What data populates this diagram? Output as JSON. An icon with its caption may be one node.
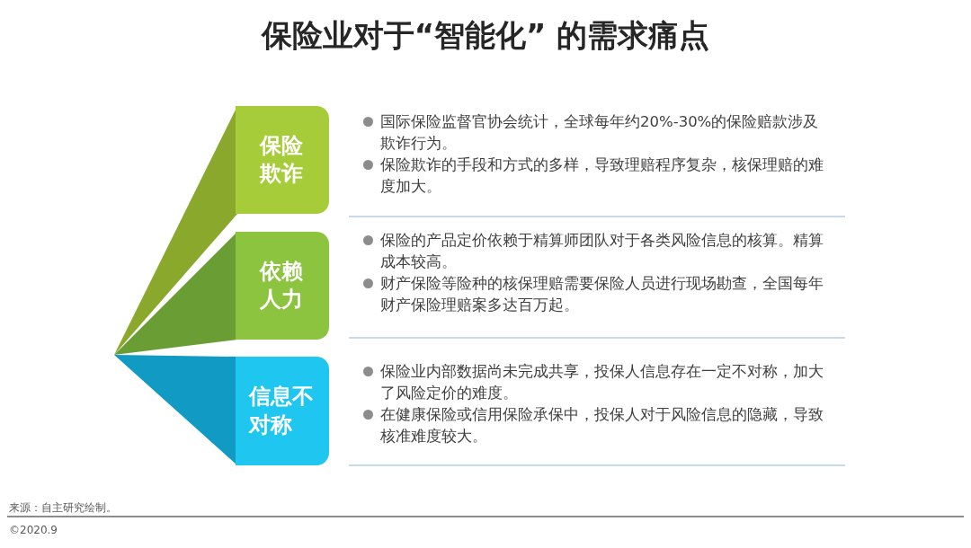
{
  "diagram": {
    "title": "保险业对于“智能化” 的需求痛点",
    "nodes": [
      {
        "text": [
          "保险欺诈"
        ],
        "beside": [
          "国际保险监督官协会统计，全球每年约20%-30%的保险赔款涉及欺诈行为。",
          "保险欺诈的手段和方式的多样，导致理赔程序复杂，核保理赔的难度加大。"
        ]
      },
      {
        "text": [
          "依赖人力"
        ],
        "beside": [
          "保险的产品定价依赖于精算师团队对于各类风险信息的核算。精算成本较高。",
          "财产保险等险种的核保理赔需要保险人员进行现场勘查，全国每年财产保险理赔案多达百万起。"
        ]
      },
      {
        "text": [
          "信息不对称"
        ],
        "beside": [
          "保险业内部数据尚未完成共享，投保人信息存在一定不对称，加大了风险定价的难度。",
          "在健康保险或信用保险承保中，投保人对于风险信息的隐藏，导致核准难度较大。"
        ]
      }
    ],
    "labels": [
      "来源：自主研究绘制。",
      "©2020.9"
    ]
  }
}
